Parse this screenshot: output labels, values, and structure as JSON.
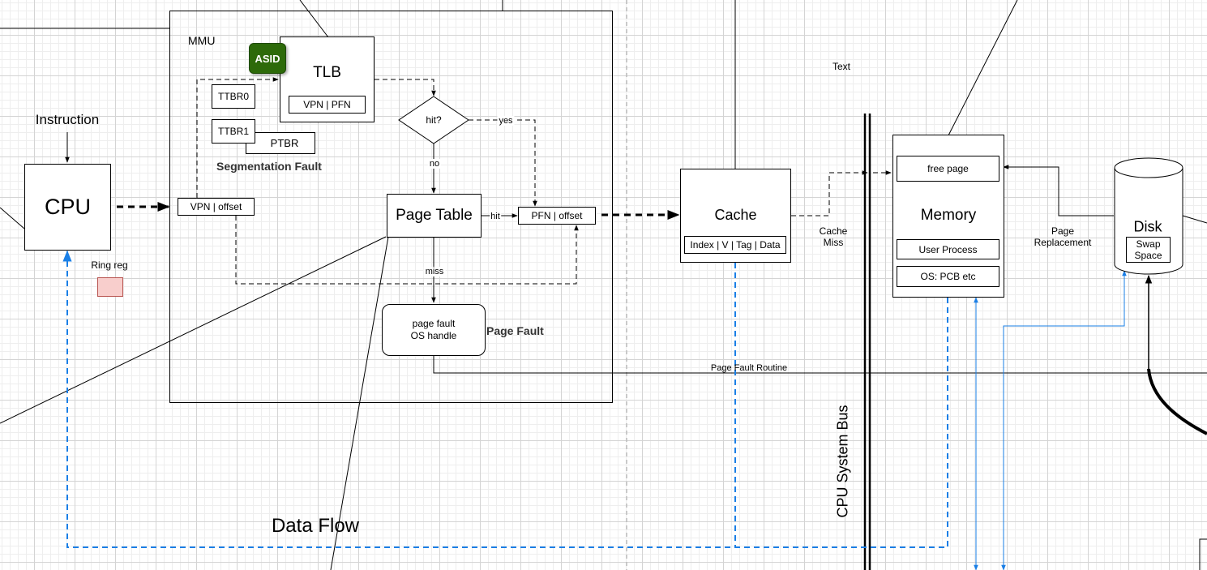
{
  "mmu": {
    "title": "MMU"
  },
  "instruction": "Instruction",
  "cpu": "CPU",
  "ring_reg": "Ring reg",
  "asid": "ASID",
  "tlb": {
    "title": "TLB",
    "entry": "VPN | PFN"
  },
  "ttbr0": "TTBR0",
  "ttbr1": "TTBR1",
  "ptbr": "PTBR",
  "segmentation_fault": "Segmentation Fault",
  "vpn_offset": "VPN | offset",
  "hit_decision": "hit?",
  "yes": "yes",
  "no": "no",
  "page_table": "Page Table",
  "hit": "hit",
  "miss": "miss",
  "pfn_offset": "PFN | offset",
  "page_fault_handler": {
    "line1": "page fault",
    "line2": "OS handle"
  },
  "page_fault": "Page Fault",
  "page_fault_routine": "Page Fault Routine",
  "cache": {
    "title": "Cache",
    "fields": "Index | V | Tag | Data"
  },
  "cache_miss": {
    "line1": "Cache",
    "line2": "Miss"
  },
  "text_label": "Text",
  "cpu_system_bus": "CPU System Bus",
  "memory": {
    "title": "Memory",
    "free_page": "free page",
    "user_process": "User Process",
    "os_pcb": "OS: PCB etc"
  },
  "page_replacement": {
    "line1": "Page",
    "line2": "Replacement"
  },
  "disk": {
    "title": "Disk",
    "swap_line1": "Swap",
    "swap_line2": "Space"
  },
  "data_flow": "Data Flow",
  "colors": {
    "asid_bg": "#2d6a0a",
    "ring_reg_fill": "#f8cecc",
    "ring_reg_border": "#b85450",
    "data_flow_blue": "#1a7fe6"
  }
}
